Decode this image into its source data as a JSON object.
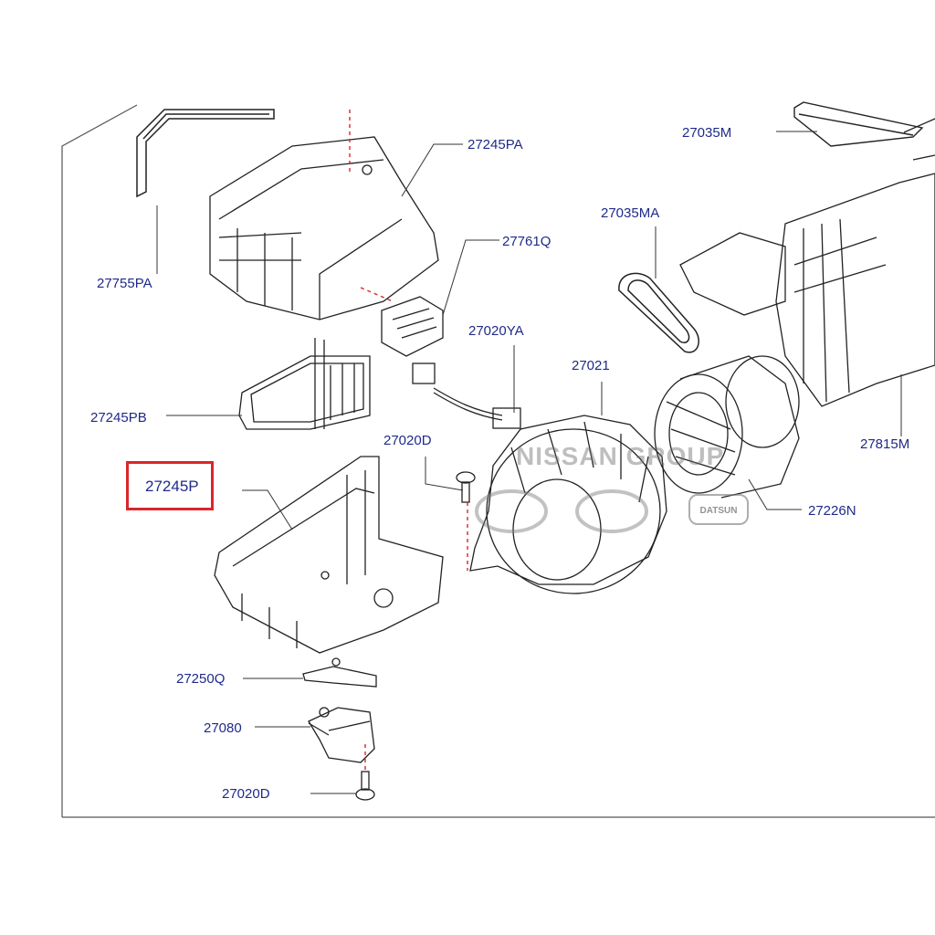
{
  "parts": [
    {
      "id": "lbl-27245PA",
      "text": "27245PA"
    },
    {
      "id": "lbl-27035M",
      "text": "27035M"
    },
    {
      "id": "lbl-27035MA",
      "text": "27035MA"
    },
    {
      "id": "lbl-27761Q",
      "text": "27761Q"
    },
    {
      "id": "lbl-27755PA",
      "text": "27755PA"
    },
    {
      "id": "lbl-27020YA",
      "text": "27020YA"
    },
    {
      "id": "lbl-27021",
      "text": "27021"
    },
    {
      "id": "lbl-27245PB",
      "text": "27245PB"
    },
    {
      "id": "lbl-27020D-top",
      "text": "27020D"
    },
    {
      "id": "lbl-27815M",
      "text": "27815M"
    },
    {
      "id": "lbl-27226N",
      "text": "27226N"
    },
    {
      "id": "lbl-27250Q",
      "text": "27250Q"
    },
    {
      "id": "lbl-27080",
      "text": "27080"
    },
    {
      "id": "lbl-27020D-bottom",
      "text": "27020D"
    }
  ],
  "highlight": {
    "text": "27245P",
    "color": "#d9262c"
  },
  "watermark": {
    "text": "NISSAN GROUP",
    "logo_text": "DATSUN"
  },
  "colors": {
    "label": "#1f2a8a",
    "line": "#333333",
    "highlight": "#d9262c"
  }
}
